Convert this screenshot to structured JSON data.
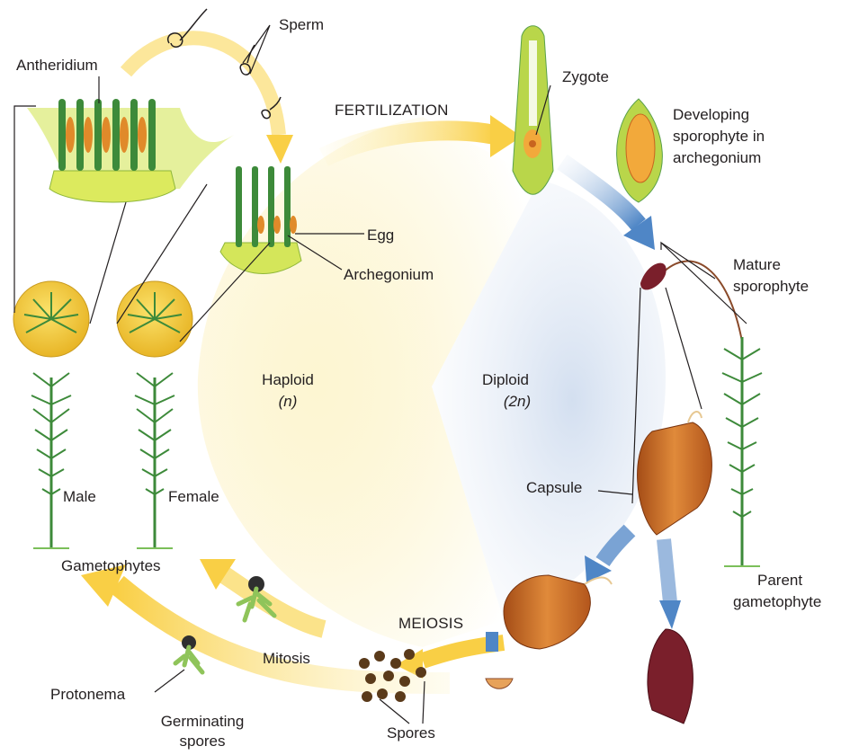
{
  "labels": {
    "sperm": "Sperm",
    "antheridium": "Antheridium",
    "fertilization": "FERTILIZATION",
    "zygote": "Zygote",
    "developing_line1": "Developing",
    "developing_line2": "sporophyte in",
    "developing_line3": "archegonium",
    "egg": "Egg",
    "archegonium": "Archegonium",
    "mature_line1": "Mature",
    "mature_line2": "sporophyte",
    "haploid": "Haploid",
    "haploid_n": "(n)",
    "diploid": "Diploid",
    "diploid_n": "(2n)",
    "male": "Male",
    "female": "Female",
    "capsule": "Capsule",
    "gametophytes": "Gametophytes",
    "parent_line1": "Parent",
    "parent_line2": "gametophyte",
    "meiosis": "MEIOSIS",
    "mitosis": "Mitosis",
    "protonema": "Protonema",
    "germinating_line1": "Germinating",
    "germinating_line2": "spores",
    "spores": "Spores"
  },
  "colors": {
    "haploid_region": "#fdf3c4",
    "diploid_region": "#dde6f3",
    "yellow_arrow": "#f9cf45",
    "blue_arrow": "#4f86c6",
    "plant_green": "#3d8a3a",
    "tissue_green": "#b9d64a",
    "capsule_orange": "#c8641f",
    "calyptra_red": "#7a1f2b",
    "spore_brown": "#5a3a1a",
    "leader_line": "#231f20"
  }
}
